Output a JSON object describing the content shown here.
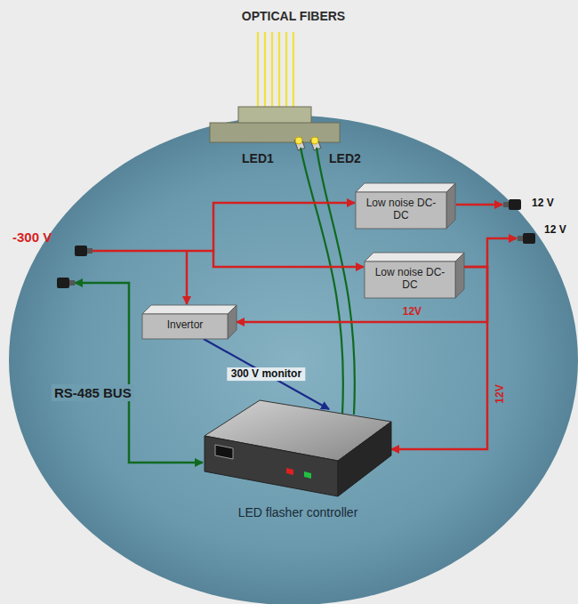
{
  "diagram": {
    "nodes": [
      {
        "text": [
          "Low noise DC-DC"
        ]
      },
      {
        "text": [
          "Low noise DC-DC"
        ]
      },
      {
        "text": [
          "Invertor"
        ]
      },
      {
        "text": [
          "LED flasher controller"
        ]
      }
    ],
    "edges": [
      {
        "from": 1,
        "to": 2,
        "arrow": "to",
        "label": "12V"
      },
      {
        "from": 1,
        "to": 3,
        "arrow": "to",
        "label": "12V"
      },
      {
        "from": 2,
        "to": 3,
        "arrow": "to",
        "label": "300 V monitor"
      }
    ],
    "labels": [
      "OPTICAL FIBERS",
      "LED1",
      "LED2",
      "-300 V",
      "12 V",
      "12 V",
      "RS-485 BUS"
    ]
  }
}
